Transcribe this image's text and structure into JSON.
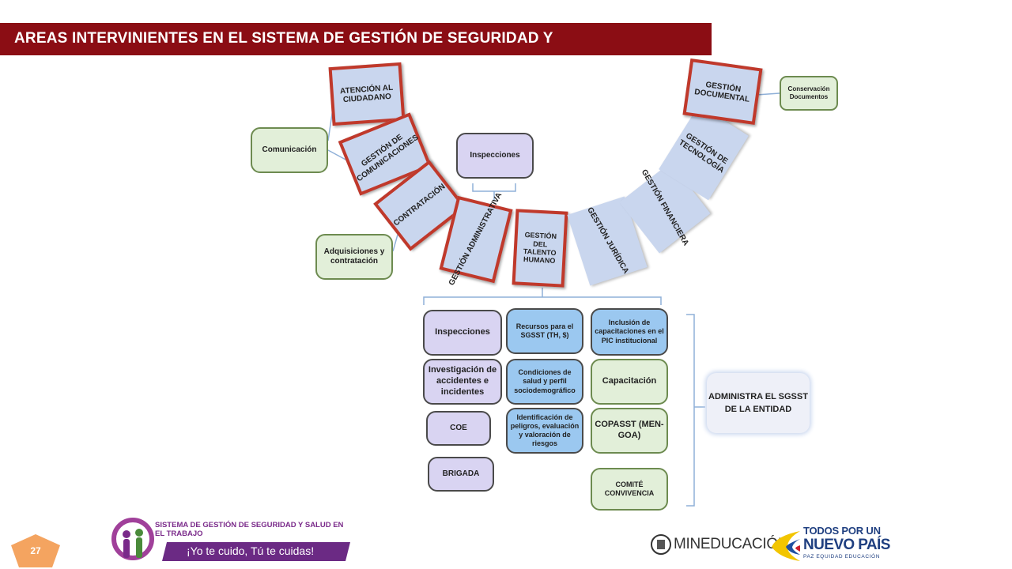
{
  "slide": {
    "title": "AREAS INTERVINIENTES EN EL SISTEMA DE GESTIÓN DE SEGURIDAD Y",
    "page_number": "27"
  },
  "arc_units": [
    {
      "id": "atencion",
      "label": "ATENCIÓN AL CIUDADANO",
      "highlighted": true
    },
    {
      "id": "comunicaciones",
      "label": "GESTIÓN DE COMUNICACIONES",
      "highlighted": true
    },
    {
      "id": "contratacion",
      "label": "CONTRATACIÓN",
      "highlighted": true
    },
    {
      "id": "administrativa",
      "label": "GESTIÓN ADMINISTRATIVA",
      "highlighted": true
    },
    {
      "id": "talento",
      "label": "GESTIÓN DEL TALENTO HUMANO",
      "highlighted": true
    },
    {
      "id": "juridica",
      "label": "GESTIÓN JURÍDICA",
      "highlighted": false
    },
    {
      "id": "financiera",
      "label": "GESTIÓN FINANCIERA",
      "highlighted": false
    },
    {
      "id": "tecnologia",
      "label": "GESTIÓN DE TECNOLOGÍA",
      "highlighted": false
    },
    {
      "id": "documental",
      "label": "GESTIÓN DOCUMENTAL",
      "highlighted": true
    }
  ],
  "side_boxes": {
    "comunicacion": "Comunicación",
    "adquisiciones": "Adquisiciones y contratación",
    "inspecciones_top": "Inspecciones",
    "conservacion": "Conservación Documentos"
  },
  "grid": {
    "col1": [
      "Inspecciones",
      "Investigación de accidentes e incidentes",
      "COE",
      "BRIGADA"
    ],
    "col2": [
      "Recursos para el SGSST (TH, $)",
      "Condiciones de salud y perfil sociodemográfico",
      "Identificación de peligros, evaluación y valoración de riesgos"
    ],
    "col3": [
      "Inclusión de capacitaciones en el PIC institucional",
      "Capacitación",
      "COPASST (MEN-GOA)",
      "COMITÉ CONVIVENCIA"
    ]
  },
  "admin_box": "ADMINISTRA EL SGSST DE LA ENTIDAD",
  "footer": {
    "system_title": "SISTEMA DE GESTIÓN DE SEGURIDAD Y SALUD EN EL TRABAJO",
    "slogan": "¡Yo te cuido, Tú te cuidas!",
    "ministry": "MINEDUCACIÓN",
    "gov_line1": "TODOS POR UN",
    "gov_line2": "NUEVO PAÍS",
    "gov_line3": "PAZ  EQUIDAD  EDUCACIÓN"
  },
  "colors": {
    "title_bar": "#8b0d14",
    "highlight_border": "#c0392b",
    "arc_fill": "#c9d6ee",
    "green_box": "#e2efd9",
    "lavender_box": "#d9d4f2",
    "blue_box": "#9bc8f0",
    "page_badge": "#f4a460"
  }
}
